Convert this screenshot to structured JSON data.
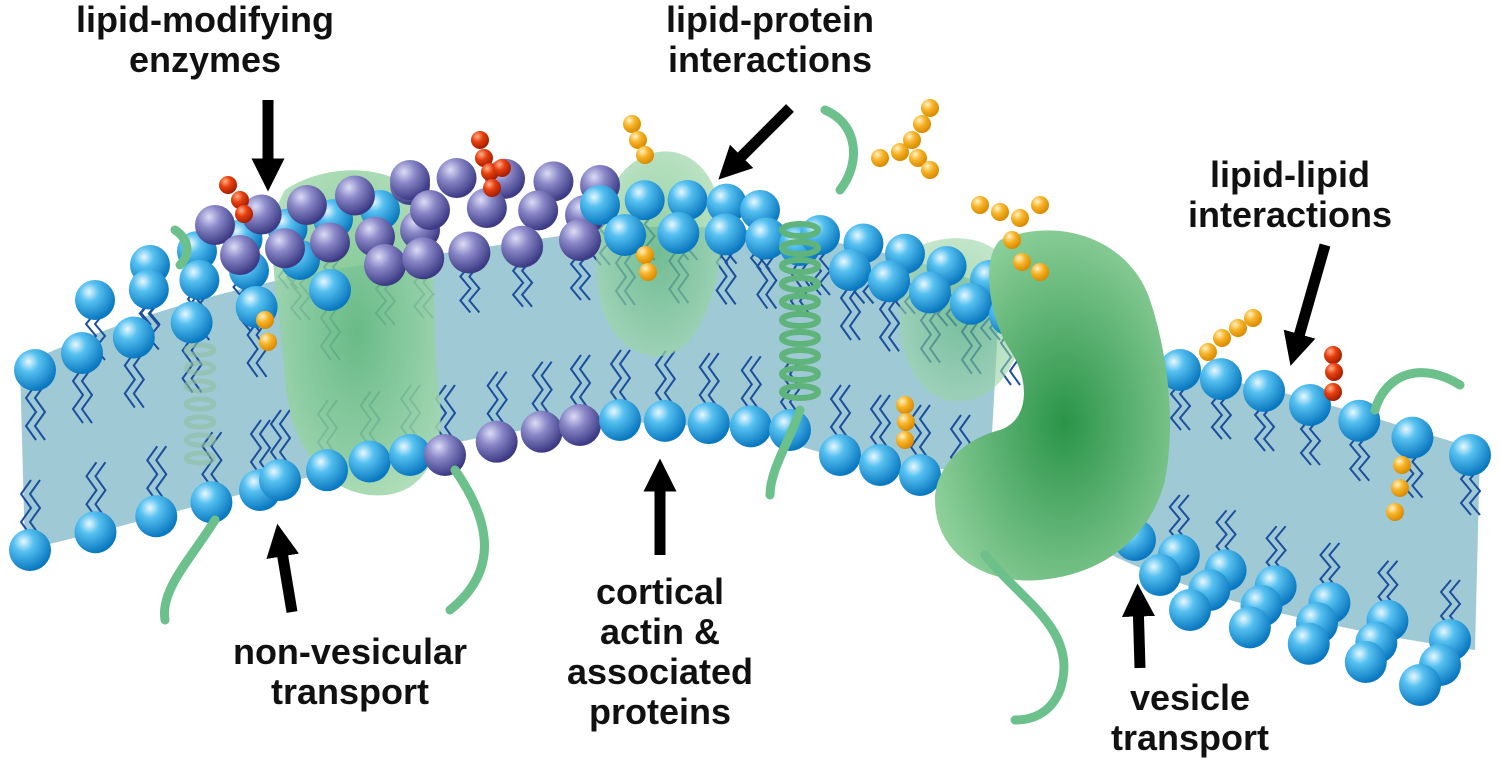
{
  "labels": {
    "lipid_modifying_enzymes": [
      "lipid-modifying",
      "enzymes"
    ],
    "lipid_protein_interactions": [
      "lipid-protein",
      "interactions"
    ],
    "lipid_lipid_interactions": [
      "lipid-lipid",
      "interactions"
    ],
    "non_vesicular_transport": [
      "non-vesicular",
      "transport"
    ],
    "cortical_actin": [
      "cortical",
      "actin &",
      "associated",
      "proteins"
    ],
    "vesicle_transport": [
      "vesicle",
      "transport"
    ]
  },
  "colors": {
    "lipid_head": "#2aa6e6",
    "lipid_head_dark": "#6a6aae",
    "membrane_core": "#8fbfcf",
    "tail": "#1a4f9c",
    "protein": "#55b270",
    "protein_dark": "#2a9448",
    "strand": "#6cc08c",
    "sugar": "#f5b026",
    "sugar_red": "#e0380f",
    "arrow": "#000000",
    "text": "#111111"
  }
}
